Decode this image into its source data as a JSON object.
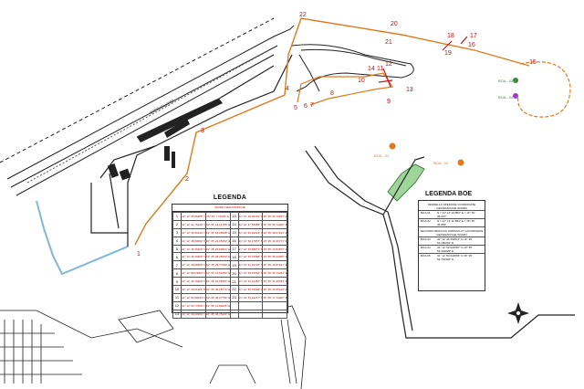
{
  "map": {
    "dashed_label": "SOPRAFLUTTO",
    "point_labels": [
      "1",
      "2",
      "3",
      "4",
      "5",
      "6",
      "7",
      "8",
      "9",
      "10",
      "11",
      "12",
      "13",
      "14",
      "15",
      "16",
      "17",
      "18",
      "19",
      "20",
      "21",
      "22"
    ],
    "buoy_labels": [
      "BOA - 01",
      "BOA - 02",
      "BOA - 03",
      "BOA - 04"
    ],
    "colors": {
      "route": "#e07a1a",
      "red_markers": "#cc1111",
      "coast": "#222222",
      "green_area": "#3c8a3c",
      "water_edge": "#7fb8d8"
    }
  },
  "legenda": {
    "title": "LEGENDA",
    "subtitle": "WGS84 GEOGRAFICHE",
    "rows": [
      {
        "n1": "1",
        "c1a": "41° 12' 35.86285\" N",
        "c1b": "16° 35' 7.76625\" E",
        "n2": "13",
        "c2a": "41° 12' 49.00370\" N",
        "c2b": "16° 35' 46.75297\" E"
      },
      {
        "n1": "2",
        "c1a": "41° 12' 41.75436\" N",
        "c1b": "16° 35' 14.21785\" E",
        "n2": "14",
        "c2a": "41° 12' 47.50988\" N",
        "c2b": "16° 35' 50.74260\" E"
      },
      {
        "n1": "3",
        "c1a": "41° 12' 45.09142\" N",
        "c1b": "16° 35' 18.26668\" E",
        "n2": "15",
        "c2a": "41° 12' 50.93223\" N",
        "c2b": "16° 35' 48.07224\" E"
      },
      {
        "n1": "4",
        "c1a": "41° 12' 48.80992\" N",
        "c1b": "16° 35' 24.95452\" E",
        "n2": "16",
        "c2a": "41° 12' 52.17867\" N",
        "c2b": "16° 35' 43.36771\" E"
      },
      {
        "n1": "5",
        "c1a": "41° 12' 45.26360\" N",
        "c1b": "16° 35' 29.83563\" E",
        "n2": "17",
        "c2a": "41° 12' 53.68873\" N",
        "c2b": "16° 35' 40.84870\" E"
      },
      {
        "n1": "6",
        "c1a": "41° 12' 46.29369\" N",
        "c1b": "16° 35' 28.25950\" E",
        "n2": "18",
        "c2a": "41° 12' 52.73988\" N",
        "c2b": "16° 35' 38.40050\" E"
      },
      {
        "n1": "7",
        "c1a": "41° 12' 46.89905\" N",
        "c1b": "16° 35' 29.77683\" E",
        "n2": "19",
        "c2a": "41° 12' 51.93705\" N",
        "c2b": "16° 35' 36.87917\" E"
      },
      {
        "n1": "8",
        "c1a": "41° 12' 58.04093\" N",
        "c1b": "16° 35' 31.51283\" E",
        "n2": "20",
        "c2a": "41° 12' 53.07062\" N",
        "c2b": "16° 35' 35.76264\" E"
      },
      {
        "n1": "9",
        "c1a": "41° 12' 46.76960\" N",
        "c1b": "16° 35' 34.58393\" E",
        "n2": "21",
        "c2a": "41° 12' 54.10452\" N",
        "c2b": "16° 35' 31.96783\" E"
      },
      {
        "n1": "10",
        "c1a": "41° 12' 49.61115\" N",
        "c1b": "16° 35' 36.28779\" E",
        "n2": "22",
        "c2a": "41° 12' 55.79098\" N",
        "c2b": "16° 35' 26.65210\" E"
      },
      {
        "n1": "11",
        "c1a": "41° 12' 50.00930\" N",
        "c1b": "16° 35' 38.07754\" E",
        "n2": "23",
        "c2a": "41° 12' 53.24217\" N",
        "c2b": "16° 35' 17.72027\" E"
      },
      {
        "n1": "12",
        "c1a": "41° 12' 53.77050\" N",
        "c1b": "16° 35' 41.84935\" E",
        "n2": "",
        "c2a": "",
        "c2b": ""
      },
      {
        "n1": "13",
        "c1a": "41° 12' 49.00393\" N",
        "c1b": "16° 35' 46.75203\" E",
        "n2": "",
        "c2a": "",
        "c2b": ""
      }
    ]
  },
  "legenda_boe": {
    "title": "LEGENDA BOE",
    "section1_title": "PENNELLO SPERONE COORDINATE GEOGRAFICHE WGS84",
    "section1_rows": [
      {
        "key": "BOA-01",
        "value": "N = 41° 12' 43.850\" E = 16° 35' 38.347\""
      },
      {
        "key": "BOA-02",
        "value": "N = 41° 12' 42.894\" E = 16° 35' 46.883\""
      }
    ],
    "section2_title": "SECONDO BRACCIO SOPRAFLUT COORDINATE GEOGRAFICHE WGS84",
    "section2_rows": [
      {
        "key": "BOA-03",
        "value": "41° 12' 46.354513\" N 16° 35' 53.180294\" E"
      },
      {
        "key": "BOA-04",
        "value": "41° 12' 53.624587\" N 16° 35' 53.404025\" E"
      },
      {
        "key": "BOA-05",
        "value": "41° 12' 50.024556\" N 16° 35' 52.752394\" E"
      }
    ]
  }
}
